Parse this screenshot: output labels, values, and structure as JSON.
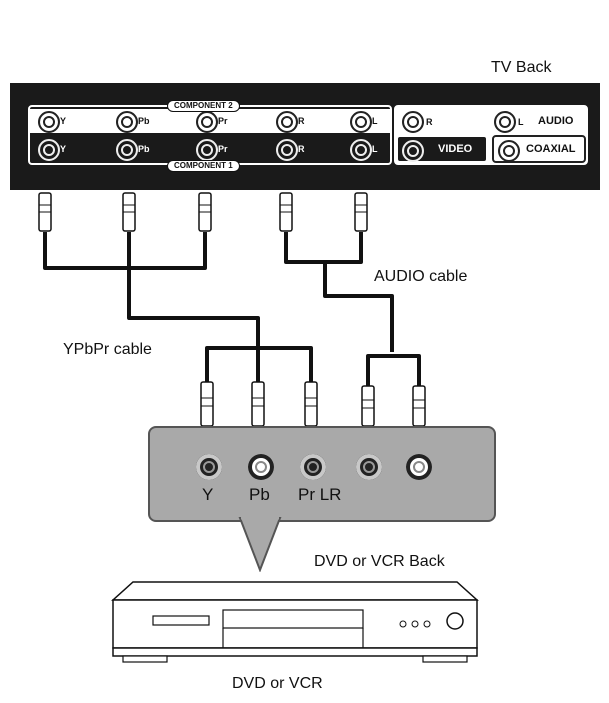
{
  "labels": {
    "tv_back": "TV Back",
    "audio_cable": "AUDIO cable",
    "ypbpr_cable": "YPbPr cable",
    "dvd_vcr_back": "DVD or VCR Back",
    "dvd_vcr": "DVD or VCR"
  },
  "tv_panel": {
    "component2_label": "COMPONENT 2",
    "component1_label": "COMPONENT 1",
    "top_row_jacks": [
      "Y",
      "Pb",
      "Pr",
      "R",
      "L"
    ],
    "bottom_row_jacks": [
      "Y",
      "Pb",
      "Pr",
      "R",
      "L"
    ],
    "audio_r": "R",
    "audio_l": "L",
    "audio_label": "AUDIO",
    "video_label": "VIDEO",
    "coaxial_label": "COAXIAL"
  },
  "dvd_back": {
    "y": "Y",
    "pb": "Pb",
    "pr_lr": "Pr LR"
  },
  "colors": {
    "panel": "#1a1a1a",
    "back_box": "#a9a9a9",
    "cable": "#111111"
  }
}
